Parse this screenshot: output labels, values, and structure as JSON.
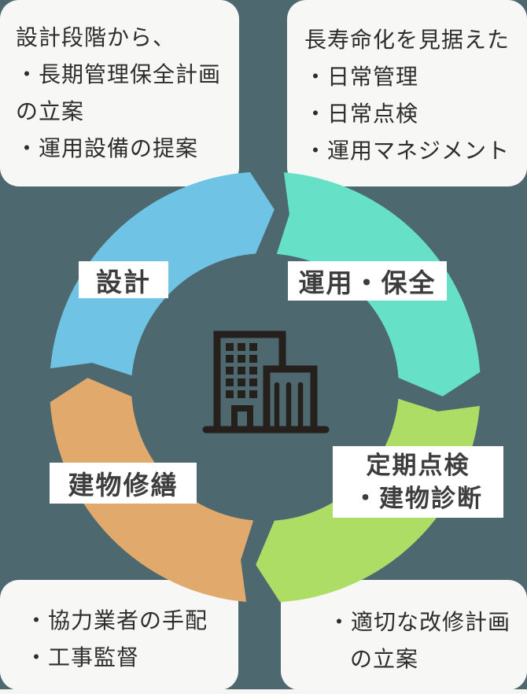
{
  "palette": {
    "background": "#4d686f",
    "card_bg": "#f7f7f5",
    "label_bg": "#ffffff",
    "card_text": "#2d2d2d",
    "label_text": "#3d3d3d",
    "icon": "#26201d",
    "bottom_strip": "#f5f5f3"
  },
  "cards": {
    "top_left": {
      "lines": [
        "設計段階から、",
        "・長期管理保全計画",
        "の立案",
        "・運用設備の提案"
      ]
    },
    "top_right": {
      "lines": [
        "長寿命化を見据えた",
        "・日常管理",
        "・日常点検",
        "・運用マネジメント"
      ]
    },
    "bottom_left": {
      "lines": [
        "・協力業者の手配",
        "・工事監督"
      ]
    },
    "bottom_right": {
      "lines": [
        "・適切な改修計画",
        "の立案"
      ]
    }
  },
  "cycle": {
    "direction": "clockwise",
    "segments": [
      {
        "id": "design",
        "color": "#6fc3e5",
        "label_lines": [
          "設計"
        ]
      },
      {
        "id": "operation",
        "color": "#67e0c8",
        "label_lines": [
          "運用・保全"
        ]
      },
      {
        "id": "inspection",
        "color": "#aedd66",
        "label_lines": [
          "定期点検",
          "・建物診断"
        ]
      },
      {
        "id": "repair",
        "color": "#e2a96c",
        "label_lines": [
          "建物修繕"
        ]
      }
    ]
  },
  "center_icon": "building-icon"
}
